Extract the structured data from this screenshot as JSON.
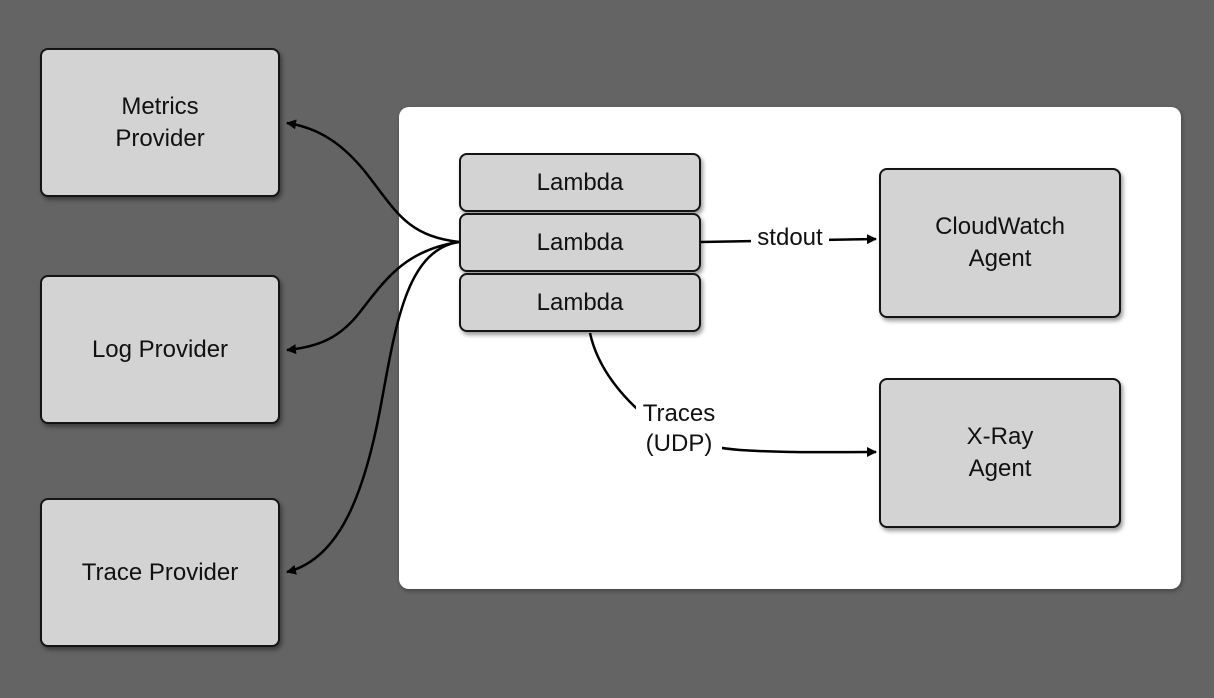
{
  "diagram": {
    "nodes": {
      "metrics_provider": "Metrics\nProvider",
      "log_provider": "Log Provider",
      "trace_provider": "Trace Provider",
      "lambda_1": "Lambda",
      "lambda_2": "Lambda",
      "lambda_3": "Lambda",
      "cloudwatch_agent": "CloudWatch\nAgent",
      "xray_agent": "X-Ray\nAgent"
    },
    "edge_labels": {
      "stdout": "stdout",
      "traces": "Traces\n(UDP)"
    },
    "edges": [
      {
        "from": "lambda_2",
        "to": "metrics_provider"
      },
      {
        "from": "lambda_2",
        "to": "log_provider"
      },
      {
        "from": "lambda_2",
        "to": "trace_provider"
      },
      {
        "from": "lambda_2",
        "to": "cloudwatch_agent",
        "label": "stdout"
      },
      {
        "from": "lambda_3",
        "to": "xray_agent",
        "label": "traces"
      }
    ]
  },
  "colors": {
    "background": "#646464",
    "panel": "#ffffff",
    "node_fill": "#d3d3d3",
    "node_stroke": "#141414"
  }
}
